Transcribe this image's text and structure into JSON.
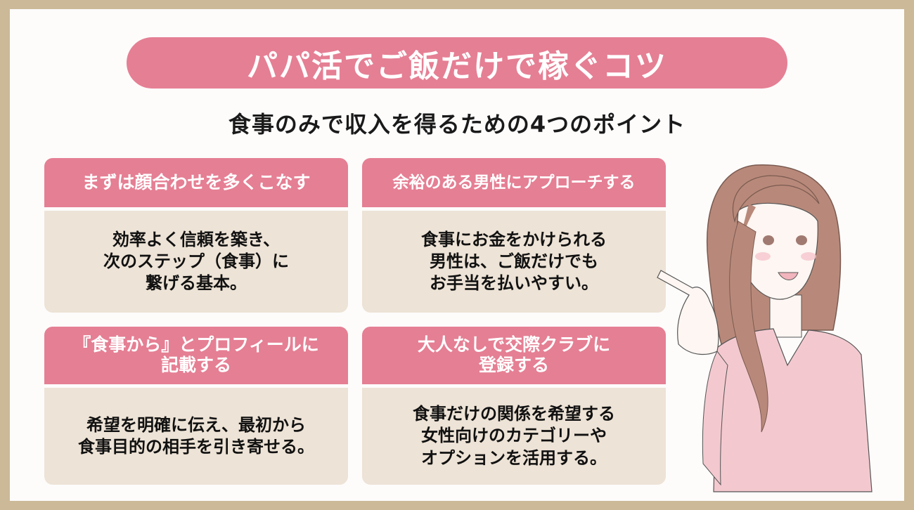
{
  "title": "パパ活でご飯だけで稼ぐコツ",
  "subtitle": "食事のみで収入を得るための4つのポイント",
  "colors": {
    "frame": "#cbb998",
    "accent_pink": "#e57f94",
    "card_body": "#ede3d6",
    "background": "#fdfcfb"
  },
  "cards": [
    {
      "heading": [
        "まずは顔合わせを多くこなす"
      ],
      "body": [
        "効率よく信頼を築き、",
        "次のステップ（食事）に",
        "繋げる基本。"
      ]
    },
    {
      "heading": [
        "余裕のある男性にアプローチする"
      ],
      "body": [
        "食事にお金をかけられる",
        "男性は、ご飯だけでも",
        "お手当を払いやすい。"
      ]
    },
    {
      "heading": [
        "『食事から』とプロフィールに",
        "記載する"
      ],
      "body": [
        "希望を明確に伝え、最初から",
        "食事目的の相手を引き寄せる。"
      ]
    },
    {
      "heading": [
        "大人なしで交際クラブに",
        "登録する"
      ],
      "body": [
        "食事だけの関係を希望する",
        "女性向けのカテゴリーや",
        "オプションを活用する。"
      ]
    }
  ],
  "illustration": {
    "subject": "woman-pointing-illustration",
    "shirt_color": "#f3c9cf",
    "hair_color": "#b8897a"
  }
}
